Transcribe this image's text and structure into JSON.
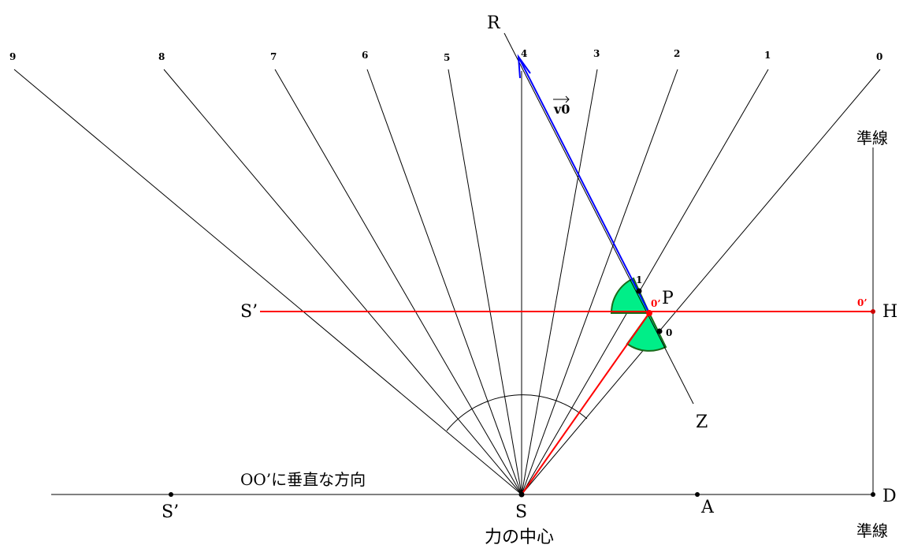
{
  "ray_labels": [
    "0",
    "1",
    "2",
    "3",
    "4",
    "5",
    "6",
    "7",
    "8",
    "9"
  ],
  "labels": {
    "R": "R",
    "P": "P",
    "Z": "Z",
    "H": "H",
    "D": "D",
    "A": "A",
    "S": "S",
    "S_prime_top": "S’",
    "S_prime_bottom": "S’",
    "point_0": "0",
    "point_1": "1",
    "o_prime_p": "0’",
    "o_prime_h": "0’",
    "v0": "v0",
    "directrix_top": "準線",
    "directrix_bottom": "準線",
    "perpendicular": "OO’に垂直な方向",
    "center_of_force": "力の中心"
  },
  "colors": {
    "red": "#ff0000",
    "blue": "#0000ff",
    "green": "#00ee88",
    "dark_green": "#1a6a1a"
  }
}
